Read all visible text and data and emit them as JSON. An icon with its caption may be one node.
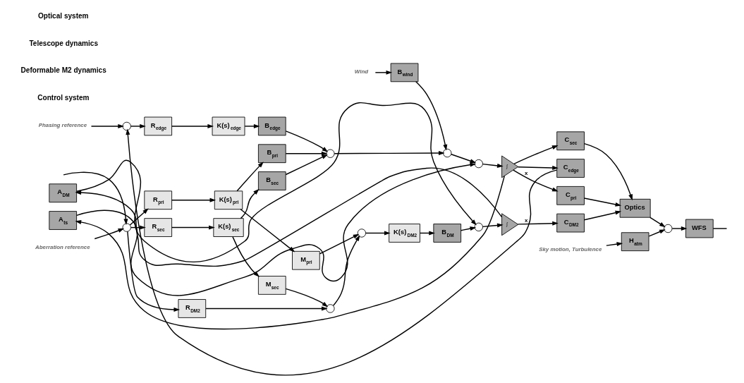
{
  "diagram": {
    "nodes": [
      {
        "text": [
          "Aberration reference"
        ]
      },
      {
        "text": [],
        "shape": "circle"
      },
      {
        "text": [
          "R$_{DM2}$"
        ]
      },
      {
        "text": [],
        "shape": "circle"
      },
      {
        "text": [],
        "shape": "circle"
      },
      {
        "text": [
          "K(s)$_{DM2}$"
        ]
      },
      {
        "text": [
          "Wind"
        ]
      },
      {
        "text": [
          "B$_{DM}$"
        ]
      },
      {
        "text": [],
        "shape": "circle"
      },
      {
        "text": [
          "A$_{DM}$"
        ]
      },
      {
        "text": [
          "∫"
        ]
      },
      {
        "text": [
          "C$_{DM2}$"
        ]
      },
      {
        "text": [
          "Optics"
        ]
      },
      {
        "text": [
          "Sky motion, Turbulence"
        ]
      },
      {
        "text": [
          "H$_{atm}$"
        ]
      },
      {
        "text": [],
        "shape": "circle"
      },
      {
        "text": [
          "WFS"
        ]
      },
      {
        "text": [
          "M$_{sec}$"
        ]
      },
      {
        "text": [
          "M$_{pri}$"
        ]
      },
      {
        "text": [
          "R$_{sec}$"
        ]
      },
      {
        "text": [
          "K(s)$_{sec}$"
        ]
      },
      {
        "text": [
          "B$_{sec}$"
        ]
      },
      {
        "text": [
          "B$_{wind}$"
        ]
      },
      {
        "text": [
          "A$_{ts}$"
        ]
      },
      {
        "text": [
          "C$_{sec}$"
        ]
      },
      {
        "text": [
          "R$_{pri}$"
        ]
      },
      {
        "text": [
          "K(s)$_{pri}$"
        ]
      },
      {
        "text": [
          "B$_{pri}$"
        ]
      },
      {
        "text": [],
        "shape": "circle"
      },
      {
        "text": [],
        "shape": "circle"
      },
      {
        "text": [],
        "shape": "circle"
      },
      {
        "text": [
          "∫"
        ]
      },
      {
        "text": [
          "C$_{pri}$"
        ]
      },
      {
        "text": [
          "Phasing reference"
        ]
      },
      {
        "text": [],
        "shape": "circle"
      },
      {
        "text": [
          "R$_{edge}$"
        ]
      },
      {
        "text": [
          "K(s)$_{edge}$"
        ]
      },
      {
        "text": [
          "B$_{edge}$"
        ]
      },
      {
        "text": [
          "C$_{edge}$"
        ]
      }
    ],
    "edges": [
      {
        "from": 0,
        "to": 1,
        "arrow": "to"
      },
      {
        "from": null,
        "to": 1,
        "arrow": "to"
      },
      {
        "from": 1,
        "to": 2,
        "arrow": "to"
      },
      {
        "from": 1,
        "to": 19,
        "arrow": "to"
      },
      {
        "from": 1,
        "to": 25,
        "arrow": "to"
      },
      {
        "from": 2,
        "to": 3,
        "arrow": "to"
      },
      {
        "from": 3,
        "to": 4,
        "arrow": "to"
      },
      {
        "from": 4,
        "to": 5,
        "arrow": "to"
      },
      {
        "from": 5,
        "to": 7,
        "arrow": "to"
      },
      {
        "from": 6,
        "to": 22,
        "arrow": "to"
      },
      {
        "from": 7,
        "to": 8,
        "arrow": "to"
      },
      {
        "from": 9,
        "to": 8,
        "arrow": "to"
      },
      {
        "from": 8,
        "to": 10,
        "arrow": "to"
      },
      {
        "from": 10,
        "to": 11,
        "arrow": "to",
        "label": "x"
      },
      {
        "from": 10,
        "to": 9,
        "arrow": "to"
      },
      {
        "from": 11,
        "to": 12,
        "arrow": "to"
      },
      {
        "from": 12,
        "to": 15,
        "arrow": "to"
      },
      {
        "from": 13,
        "to": 14,
        "arrow": "to"
      },
      {
        "from": 14,
        "to": 15,
        "arrow": "to"
      },
      {
        "from": 15,
        "to": 16,
        "arrow": "to"
      },
      {
        "from": 16,
        "to": null,
        "arrow": "none"
      },
      {
        "from": 17,
        "to": 3,
        "arrow": "to"
      },
      {
        "from": 18,
        "to": 4,
        "arrow": "to"
      },
      {
        "from": 19,
        "to": 20,
        "arrow": "to"
      },
      {
        "from": 20,
        "to": 17,
        "arrow": "to"
      },
      {
        "from": 20,
        "to": 21,
        "arrow": "to"
      },
      {
        "from": 25,
        "to": 26,
        "arrow": "to"
      },
      {
        "from": 26,
        "to": 18,
        "arrow": "to"
      },
      {
        "from": 26,
        "to": 27,
        "arrow": "to"
      },
      {
        "from": 21,
        "to": 28,
        "arrow": "to"
      },
      {
        "from": 27,
        "to": 28,
        "arrow": "to"
      },
      {
        "from": 37,
        "to": 28,
        "arrow": "to"
      },
      {
        "from": 28,
        "to": 29,
        "arrow": "to"
      },
      {
        "from": 22,
        "to": 29,
        "arrow": "to"
      },
      {
        "from": 29,
        "to": 30,
        "arrow": "to"
      },
      {
        "from": 23,
        "to": 30,
        "arrow": "to"
      },
      {
        "from": 30,
        "to": 31,
        "arrow": "to"
      },
      {
        "from": 31,
        "to": 32,
        "arrow": "to",
        "label": "x"
      },
      {
        "from": 31,
        "to": 24,
        "arrow": "to"
      },
      {
        "from": 31,
        "to": 23,
        "arrow": "to"
      },
      {
        "from": 31,
        "to": 38,
        "arrow": "to"
      },
      {
        "from": 24,
        "to": 12,
        "arrow": "to"
      },
      {
        "from": 32,
        "to": 12,
        "arrow": "to"
      },
      {
        "from": 33,
        "to": 34,
        "arrow": "to"
      },
      {
        "from": 34,
        "to": 35,
        "arrow": "to"
      },
      {
        "from": 35,
        "to": 36,
        "arrow": "to"
      },
      {
        "from": 36,
        "to": 37,
        "arrow": "to"
      },
      {
        "from": 38,
        "to": 34,
        "arrow": "to"
      }
    ],
    "labels": [
      "Control system",
      "Deformable M2 dynamics",
      "Telescope dynamics",
      "Optical system"
    ]
  }
}
